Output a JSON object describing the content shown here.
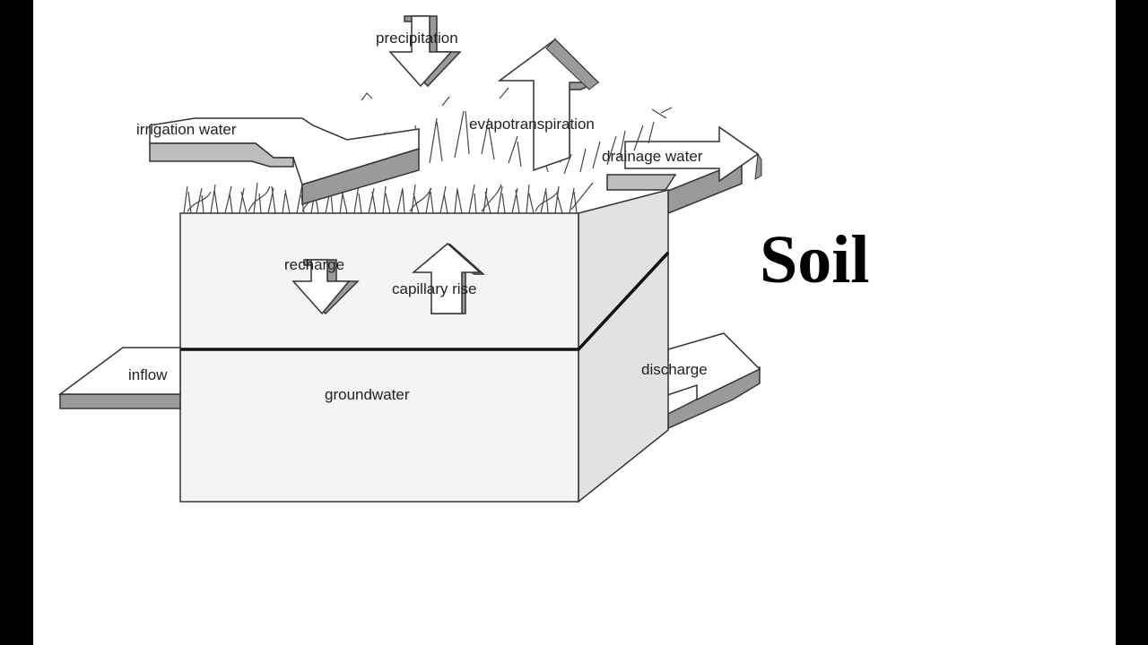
{
  "title": "Soil",
  "labels": {
    "precipitation": "precipitation",
    "irrigation_water": "irrigation water",
    "evapotranspiration": "evapotranspiration",
    "drainage_water": "drainage water",
    "recharge": "recharge",
    "capillary_rise": "capillary rise",
    "inflow": "inflow",
    "groundwater": "groundwater",
    "discharge": "discharge"
  },
  "colors": {
    "outline": "#333333",
    "box_fill": "#f4f4f4",
    "side_fill": "#e2e2e2",
    "arrow_shadow": "#9a9a9a"
  }
}
